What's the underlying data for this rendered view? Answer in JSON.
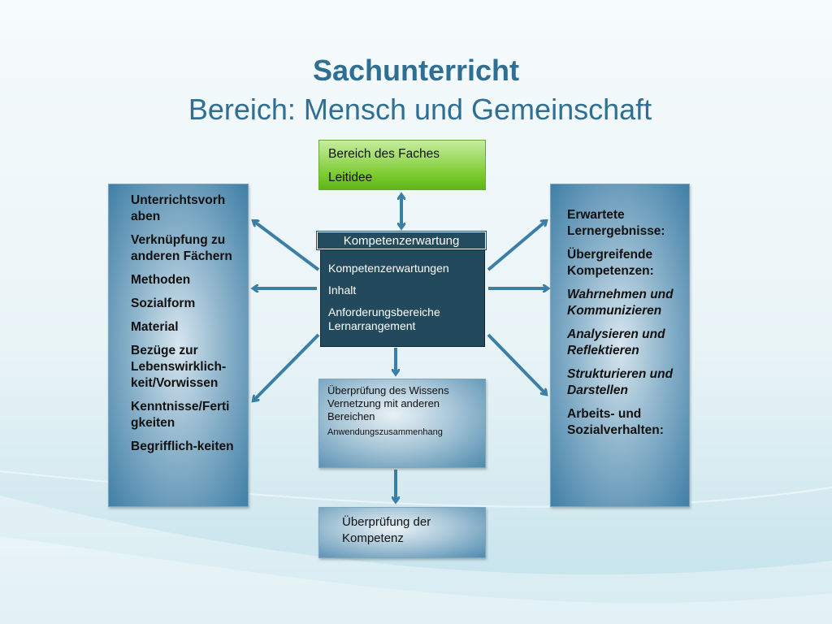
{
  "slide": {
    "title": "Sachunterricht",
    "subtitle": "Bereich: Mensch und Gemeinschaft"
  },
  "top_box": {
    "line1": "Bereich des Faches",
    "line2": "Leitidee"
  },
  "center": {
    "header": "Kompetenzerwartung",
    "items": [
      "Kompetenzerwartungen",
      "Inhalt",
      "Anforderungsbereiche",
      "Lernarrangement"
    ]
  },
  "left_box": {
    "items": [
      "Unterrichtsvorh aben",
      "Verknüpfung zu anderen Fächern",
      "Methoden",
      "Sozialform",
      "Material",
      "Bezüge zur Lebenswirklich-keit/Vorwissen",
      "Kenntnisse/Ferti gkeiten",
      "Begrifflich-keiten"
    ]
  },
  "right_box": {
    "items": [
      "Erwartete Lernergebnisse:",
      "Übergreifende Kompetenzen:",
      "Wahrnehmen und Kommunizieren",
      "Analysieren und Reflektieren",
      "Strukturieren und Darstellen",
      "Arbeits- und Sozialverhalten:"
    ]
  },
  "middle_box": {
    "line1": "Überprüfung des Wissens",
    "line2": "Vernetzung mit anderen Bereichen",
    "line3": "Anwendungszusammenhang"
  },
  "bottom_box": {
    "text": "Überprüfung der Kompetenz"
  },
  "colors": {
    "title": "#2e6f93",
    "arrow": "#3b7fa7",
    "dark_box": "#234a5c",
    "green_box": "#7ccb2f"
  }
}
